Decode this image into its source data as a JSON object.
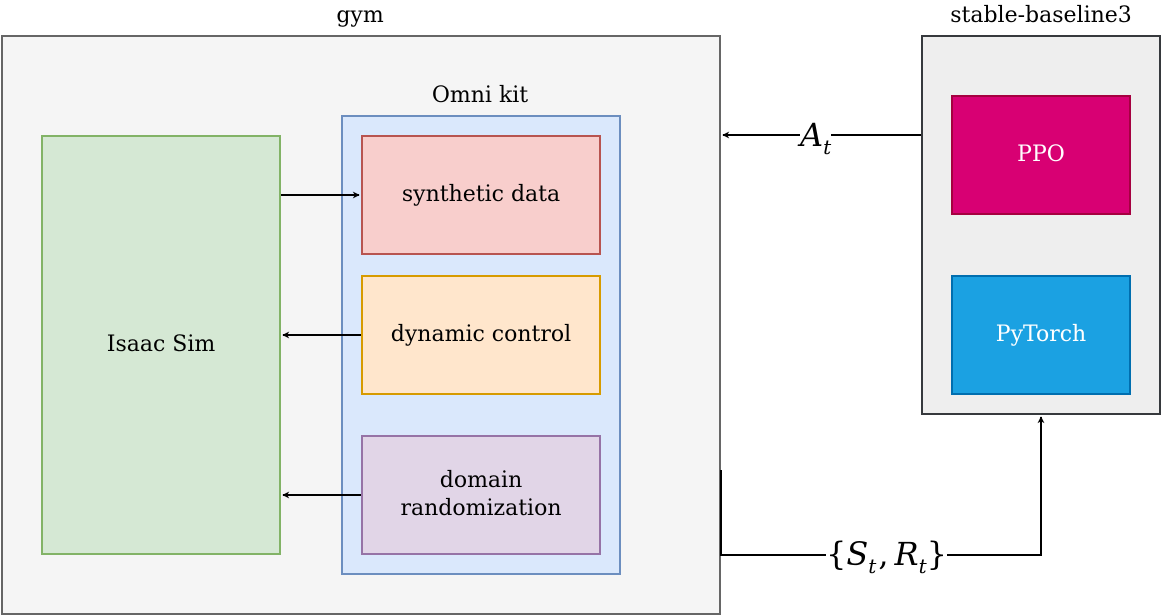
{
  "gym": {
    "title": "gym"
  },
  "omni_kit": {
    "title": "Omni kit"
  },
  "stable_baseline": {
    "title": "stable-baseline3"
  },
  "nodes": {
    "isaac_sim": "Isaac Sim",
    "synthetic_data": "synthetic data",
    "dynamic_control": "dynamic control",
    "domain_randomization": "domain randomization",
    "ppo": "PPO",
    "pytorch": "PyTorch"
  },
  "edges": {
    "action": {
      "symbol": "A",
      "subscript": "t"
    },
    "state_reward": {
      "open": "{",
      "s_symbol": "S",
      "s_subscript": "t",
      "sep": ",",
      "r_symbol": "R",
      "r_subscript": "t",
      "close": "}"
    }
  },
  "colors": {
    "gym_fill": "#f5f5f5",
    "gym_stroke": "#666666",
    "omni_fill": "#dae8fc",
    "omni_stroke": "#6c8ebf",
    "isaac_fill": "#d5e8d4",
    "isaac_stroke": "#82b366",
    "synthetic_fill": "#f8cecc",
    "synthetic_stroke": "#b85450",
    "dynamic_fill": "#ffe6cc",
    "dynamic_stroke": "#d79b00",
    "domain_fill": "#e1d5e7",
    "domain_stroke": "#9673a6",
    "sb_fill": "#eeeeee",
    "sb_stroke": "#36393d",
    "ppo_fill": "#d80073",
    "ppo_stroke": "#a50040",
    "pytorch_fill": "#1ba1e2",
    "pytorch_stroke": "#006eaf"
  }
}
